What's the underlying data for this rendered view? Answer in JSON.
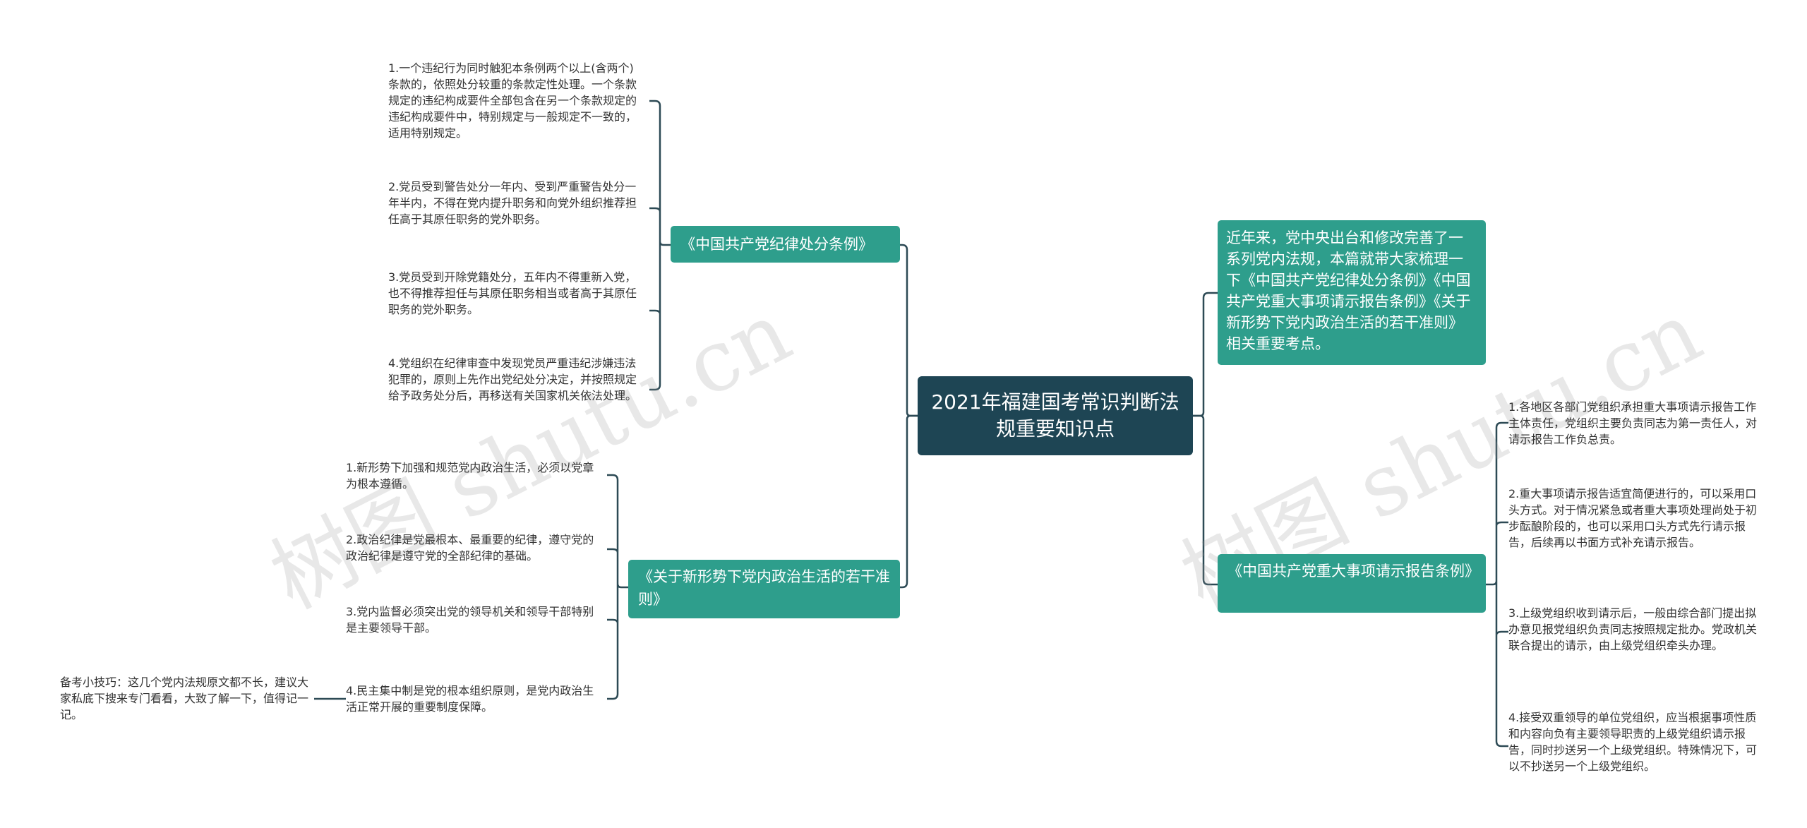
{
  "watermark": "树图 shutu.cn",
  "root": {
    "title": "2021年福建国考常识判断法规重要知识点"
  },
  "intro": {
    "text": "近年来，党中央出台和修改完善了一系列党内法规，本篇就带大家梳理一下《中国共产党纪律处分条例》《中国共产党重大事项请示报告条例》《关于新形势下党内政治生活的若干准则》相关重要考点。"
  },
  "branches": {
    "discipline": {
      "label": "《中国共产党纪律处分条例》",
      "items": [
        "1.一个违纪行为同时触犯本条例两个以上(含两个)条款的，依照处分较重的条款定性处理。一个条款规定的违纪构成要件全部包含在另一个条款规定的违纪构成要件中，特别规定与一般规定不一致的，适用特别规定。",
        "2.党员受到警告处分一年内、受到严重警告处分一年半内，不得在党内提升职务和向党外组织推荐担任高于其原任职务的党外职务。",
        "3.党员受到开除党籍处分，五年内不得重新入党，也不得推荐担任与其原任职务相当或者高于其原任职务的党外职务。",
        "4.党组织在纪律审查中发现党员严重违纪涉嫌违法犯罪的，原则上先作出党纪处分决定，并按照规定给予政务处分后，再移送有关国家机关依法处理。"
      ]
    },
    "politics": {
      "label": "《关于新形势下党内政治生活的若干准则》",
      "items": [
        "1.新形势下加强和规范党内政治生活，必须以党章为根本遵循。",
        "2.政治纪律是党最根本、最重要的纪律，遵守党的政治纪律是遵守党的全部纪律的基础。",
        "3.党内监督必须突出党的领导机关和领导干部特别是主要领导干部。",
        "4.民主集中制是党的根本组织原则，是党内政治生活正常开展的重要制度保障。"
      ],
      "tip": "备考小技巧：这几个党内法规原文都不长，建议大家私底下搜来专门看看，大致了解一下，值得记一记。"
    },
    "report": {
      "label": "《中国共产党重大事项请示报告条例》",
      "items": [
        "1.各地区各部门党组织承担重大事项请示报告工作主体责任，党组织主要负责同志为第一责任人，对请示报告工作负总责。",
        "2.重大事项请示报告适宜简便进行的，可以采用口头方式。对于情况紧急或者重大事项处理尚处于初步酝酿阶段的，也可以采用口头方式先行请示报告，后续再以书面方式补充请示报告。",
        "3.上级党组织收到请示后，一般由综合部门提出拟办意见报党组织负责同志按照规定批办。党政机关联合提出的请示，由上级党组织牵头办理。",
        "4.接受双重领导的单位党组织，应当根据事项性质和内容向负有主要领导职责的上级党组织请示报告，同时抄送另一个上级党组织。特殊情况下，可以不抄送另一个上级党组织。"
      ]
    }
  }
}
